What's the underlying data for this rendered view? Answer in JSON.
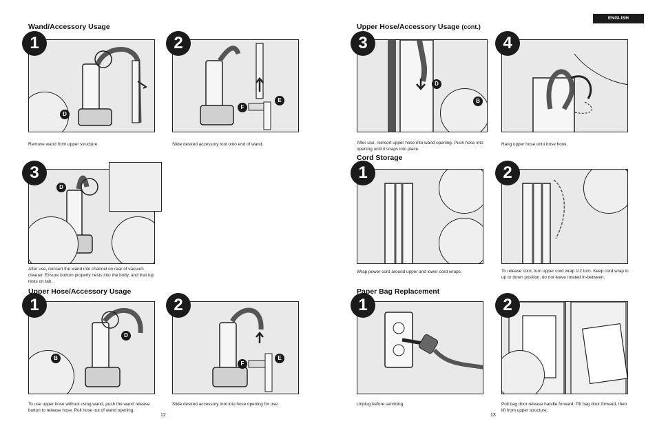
{
  "lang_tab": "ENGLISH",
  "page_numbers": {
    "left": "12",
    "right": "13"
  },
  "sections": {
    "wand": "Wand/Accessory Usage",
    "upper_hose": "Upper Hose/Accessory Usage",
    "upper_hose_cont": "Upper Hose/Accessory Usage",
    "upper_hose_cont_suffix": "(cont.)",
    "cord": "Cord Storage",
    "bag": "Paper Bag Replacement"
  },
  "steps": {
    "wand_1": {
      "num": "1",
      "caption": "Remove wand from upper structure.",
      "labels": [
        "D"
      ]
    },
    "wand_2": {
      "num": "2",
      "caption": "Slide desired accessory tool onto end of wand.",
      "labels": [
        "E",
        "F"
      ]
    },
    "wand_3": {
      "num": "3",
      "caption": "After use, reinsert the wand into channel on rear of vacuum cleaner. Ensure bottom properly nests into the body, and that top rests on tab.",
      "labels": [
        "D"
      ]
    },
    "hose_1": {
      "num": "1",
      "caption": "To use upper hose without using wand, push the wand release button to release hose. Pull hose out of wand opening.",
      "labels": [
        "D",
        "B"
      ]
    },
    "hose_2": {
      "num": "2",
      "caption": "Slide desired accessory tool into hose opening for use.",
      "labels": [
        "E",
        "F"
      ]
    },
    "hose_3": {
      "num": "3",
      "caption": "After use, reinsert upper hose into wand opening. Push hose into opening until it snaps into place.",
      "labels": [
        "D",
        "B"
      ]
    },
    "hose_4": {
      "num": "4",
      "caption": "Hang upper hose onto hose hook."
    },
    "cord_1": {
      "num": "1",
      "caption": "Wrap power cord around upper and lower cord wraps."
    },
    "cord_2": {
      "num": "2",
      "caption": "To release cord, turn upper cord wrap 1/2 turn. Keep cord wrap in up or down position; do not leave rotated in-between."
    },
    "bag_1": {
      "num": "1",
      "caption": "Unplug before servicing."
    },
    "bag_2": {
      "num": "2",
      "caption": "Pull bag door release handle forward. Tilt bag door forward, then lift from upper structure."
    }
  }
}
